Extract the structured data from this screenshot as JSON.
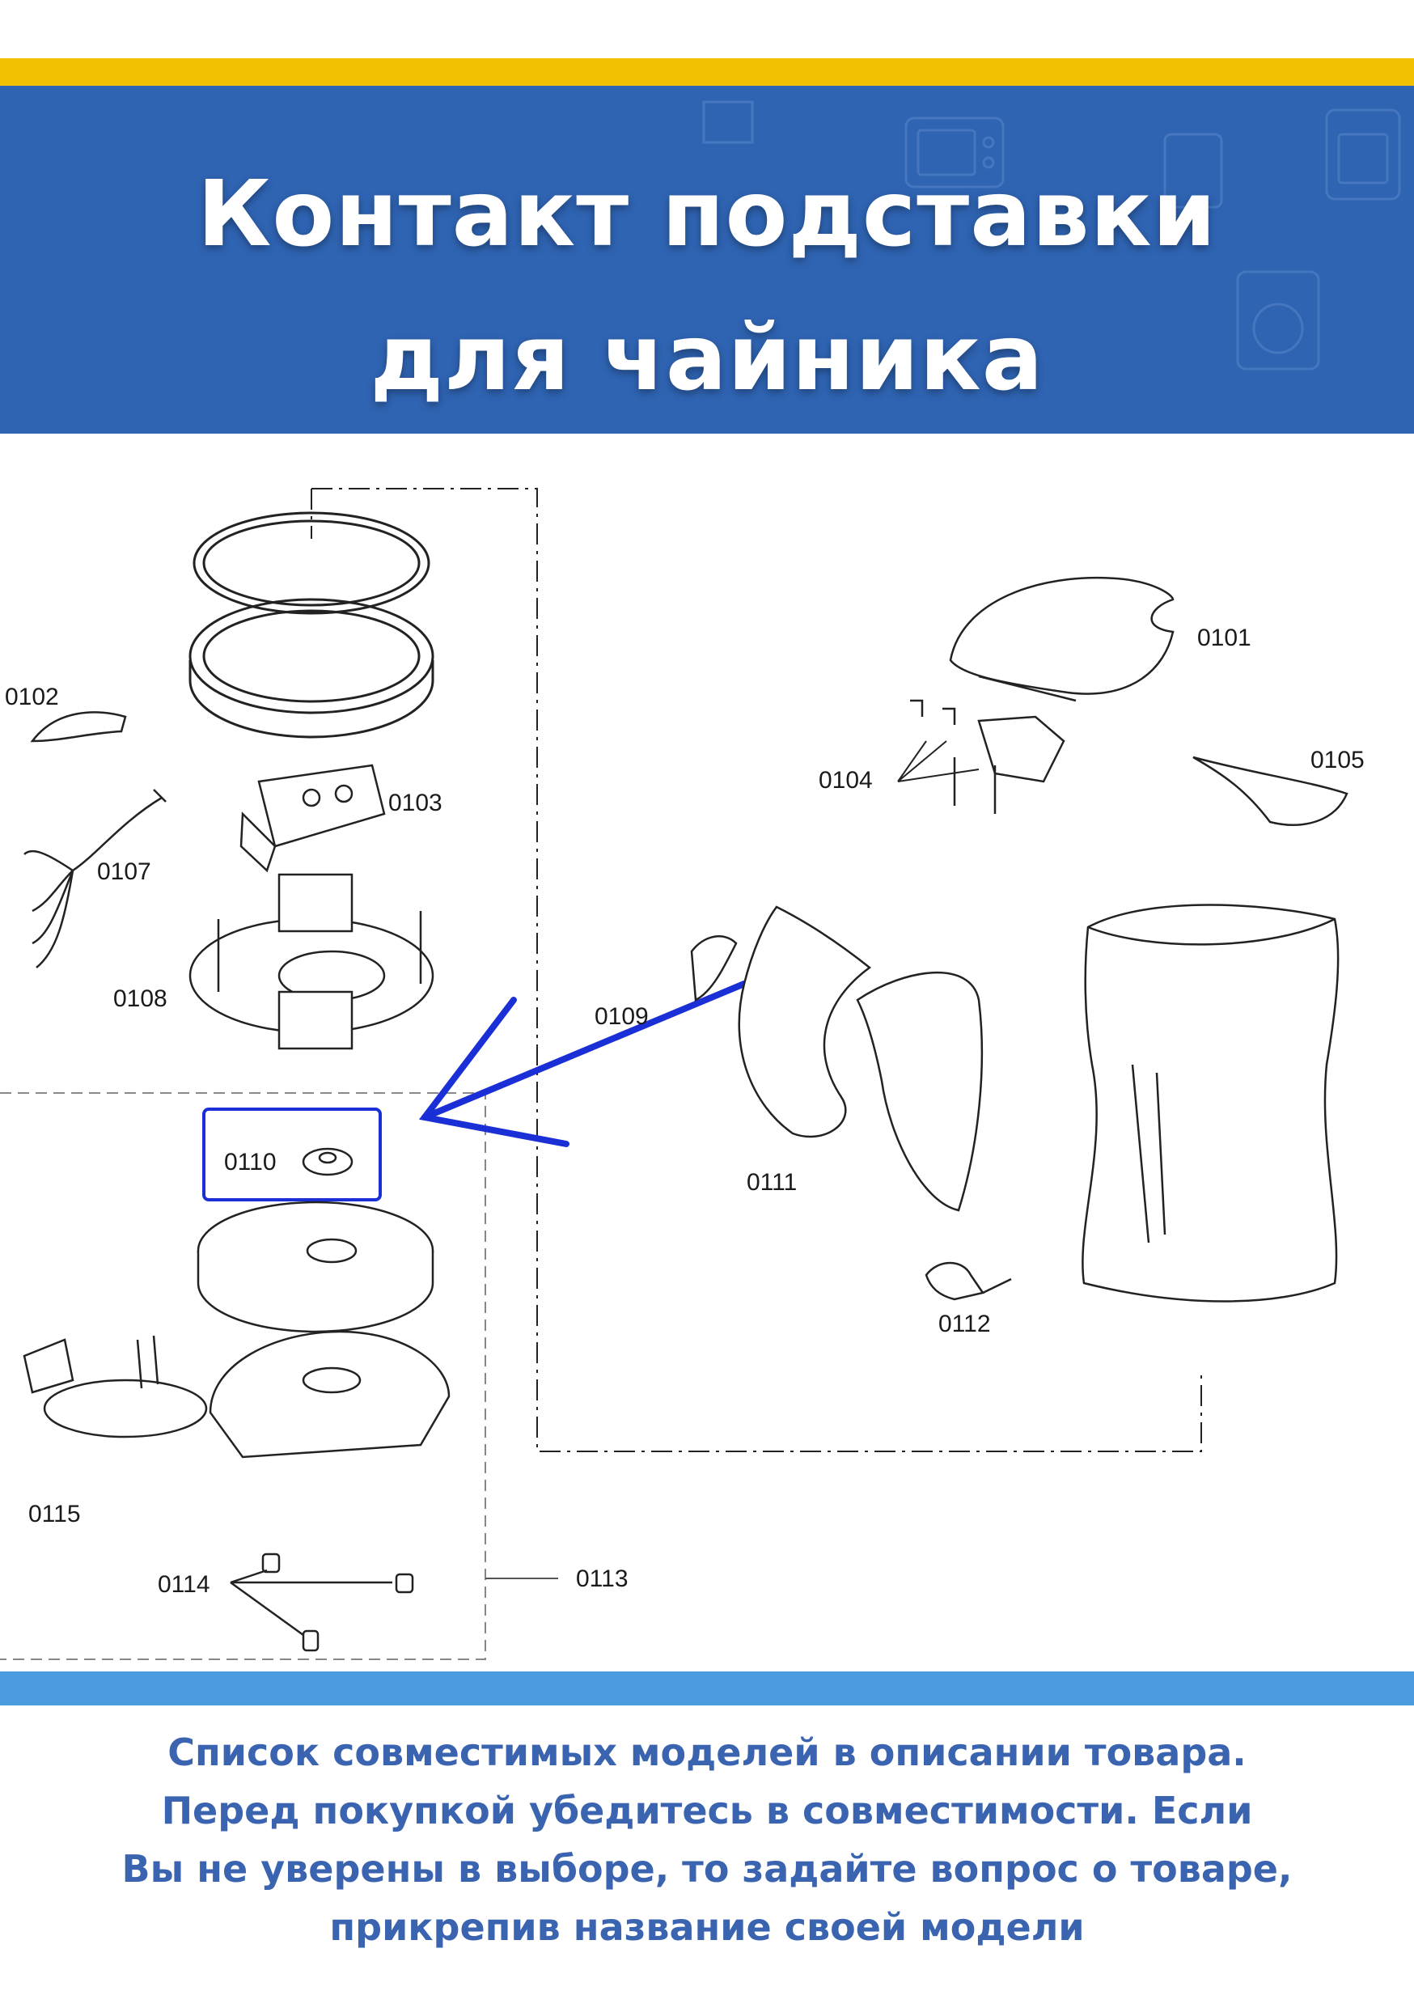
{
  "header": {
    "title_line1": "Контакт подставки",
    "title_line2": "для чайника"
  },
  "colors": {
    "accent_yellow": "#f2c200",
    "header_blue": "#2f64b3",
    "light_blue": "#4a9be0",
    "text_blue": "#3a63b0",
    "highlight_blue": "#1a2fd6"
  },
  "diagram": {
    "labels": {
      "p0101": "0101",
      "p0102": "0102",
      "p0103": "0103",
      "p0104": "0104",
      "p0105": "0105",
      "p0107": "0107",
      "p0108": "0108",
      "p0109": "0109",
      "p0110": "0110",
      "p0111": "0111",
      "p0112": "0112",
      "p0113": "0113",
      "p0114": "0114",
      "p0115": "0115"
    },
    "highlighted_part": "0110"
  },
  "footer": {
    "line1": "Список совместимых моделей в описании товара.",
    "line2": "Перед покупкой убедитесь в совместимости. Если",
    "line3": "Вы не уверены в выборе, то задайте вопрос о товаре,",
    "line4": "прикрепив название своей модели"
  }
}
